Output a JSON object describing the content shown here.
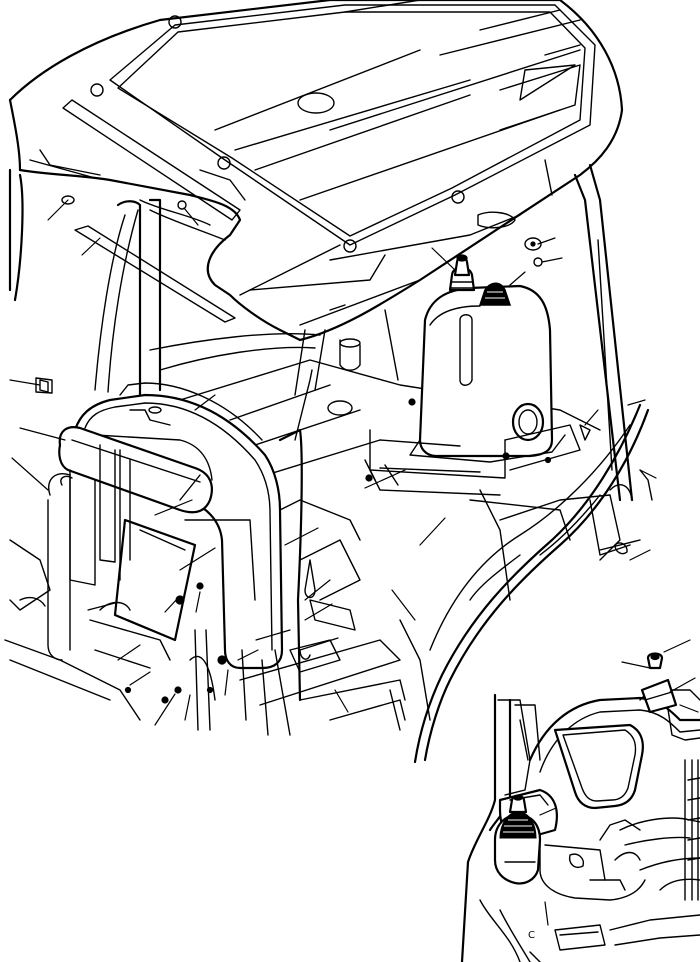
{
  "drawing": {
    "subject": "",
    "views": [
      {
        "id": "main-view"
      },
      {
        "id": "detail-view"
      }
    ]
  },
  "colors": {
    "line": "#000000",
    "background": "#ffffff"
  },
  "inset_label": "C"
}
